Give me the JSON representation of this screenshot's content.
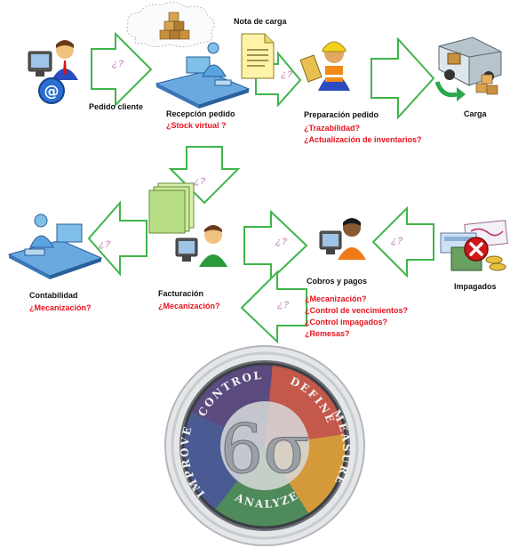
{
  "nodes": {
    "pedido_cliente": {
      "label": "Pedido cliente"
    },
    "nota_carga": {
      "label": "Nota de carga"
    },
    "recepcion": {
      "label": "Recepción pedido",
      "questions": [
        "¿Stock virtual ?"
      ]
    },
    "preparacion": {
      "label": "Preparación pedido",
      "questions": [
        "¿Trazabilidad?",
        "¿Actualización de inventarios?"
      ]
    },
    "carga": {
      "label": "Carga"
    },
    "contabilidad": {
      "label": "Contabilidad",
      "questions": [
        "¿Mecanización?"
      ]
    },
    "facturacion": {
      "label": "Facturación",
      "questions": [
        "¿Mecanización?"
      ]
    },
    "cobros": {
      "label": "Cobros y pagos",
      "questions": [
        "¿Mecanización?",
        "¿Control de vencimientos?",
        "¿Control impagados?",
        "¿Remesas?"
      ]
    },
    "impagados": {
      "label": "Impagados"
    }
  },
  "arrow_mark": "¿?",
  "six_sigma": {
    "center": "6σ",
    "segments": [
      "CONTROL",
      "DEFINE",
      "MEASURE",
      "ANALYZE",
      "IMPROVE"
    ],
    "colors": {
      "control": "#5a4a7e",
      "define": "#c4584a",
      "measure": "#d49a3a",
      "analyze": "#4f8a5a",
      "improve": "#4a5a92"
    }
  },
  "colors": {
    "arrow_stroke": "#3fb54a",
    "question_text": "#e8121e",
    "arrow_mark": "#d4a0cc"
  }
}
